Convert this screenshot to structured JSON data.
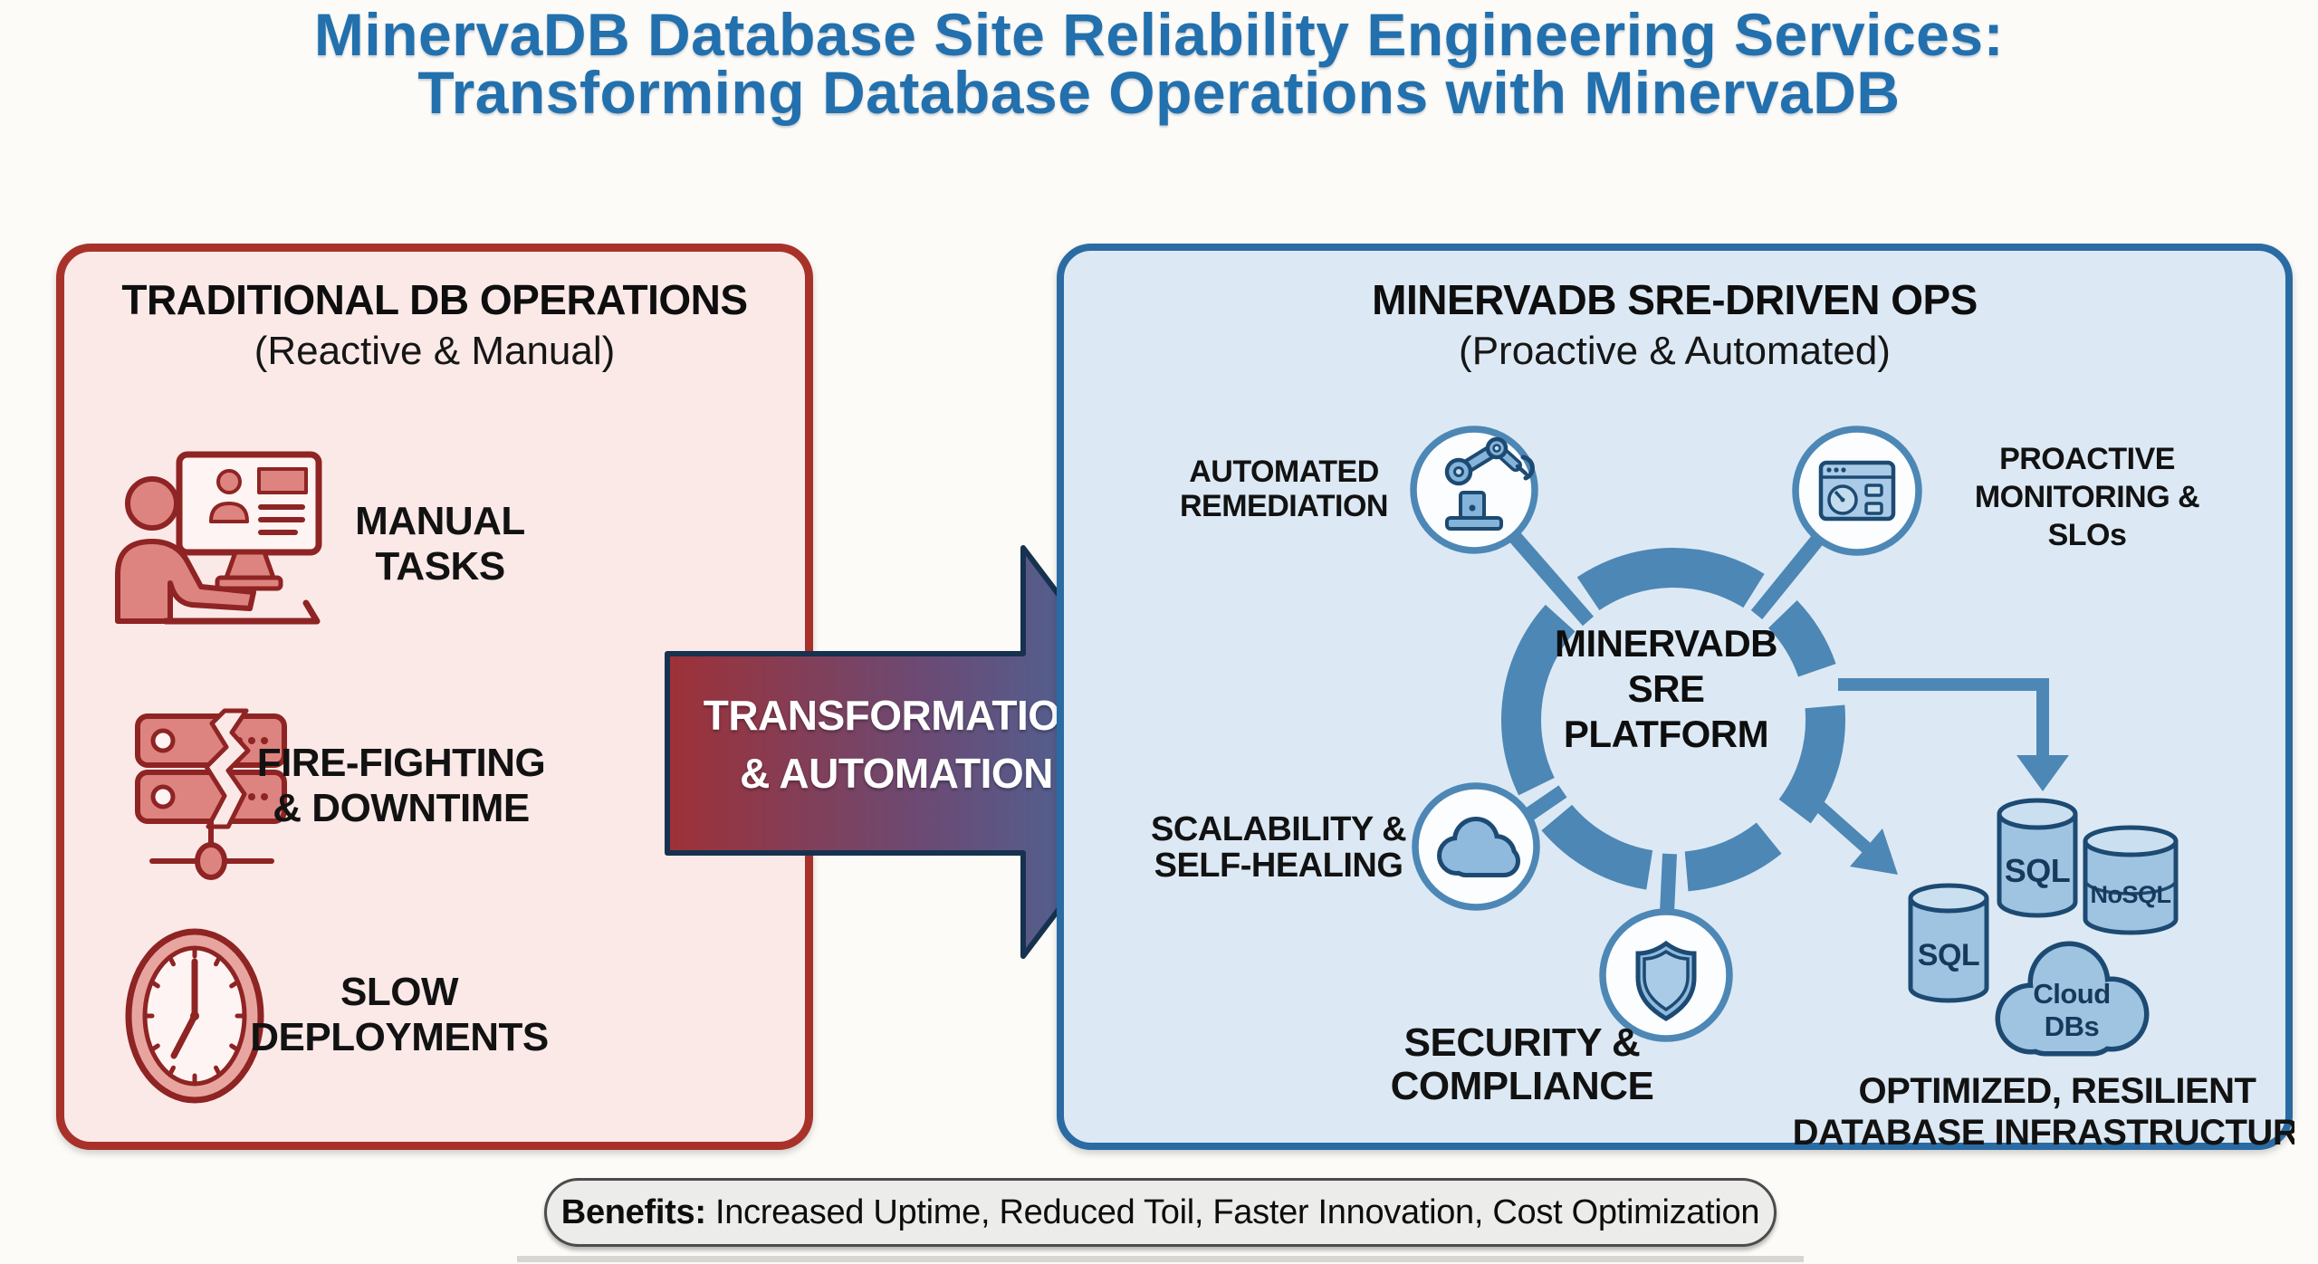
{
  "title": {
    "line1": "MinervaDB Database Site Reliability Engineering Services:",
    "line2": "Transforming Database Operations with MinervaDB"
  },
  "left_panel": {
    "heading": "TRADITIONAL DB OPERATIONS",
    "subheading": "(Reactive & Manual)",
    "items": [
      {
        "icon": "person-computer-icon",
        "lines": [
          "MANUAL",
          "TASKS"
        ]
      },
      {
        "icon": "broken-server-icon",
        "lines": [
          "FIRE-FIGHTING",
          "& DOWNTIME"
        ]
      },
      {
        "icon": "clock-icon",
        "lines": [
          "SLOW",
          "DEPLOYMENTS"
        ]
      }
    ]
  },
  "transformation_arrow": {
    "lines": [
      "TRANSFORMATION",
      "& AUTOMATION"
    ]
  },
  "right_panel": {
    "heading": "MINERVADB SRE-DRIVEN OPS",
    "subheading": "(Proactive & Automated)",
    "platform": {
      "lines": [
        "MINERVADB",
        "SRE",
        "PLATFORM"
      ]
    },
    "satellites": [
      {
        "icon": "robot-arm-icon",
        "lines": [
          "AUTOMATED",
          "REMEDIATION"
        ]
      },
      {
        "icon": "monitoring-dashboard-icon",
        "lines": [
          "PROACTIVE",
          "MONITORING &",
          "SLOs"
        ]
      },
      {
        "icon": "cloud-icon",
        "lines": [
          "SCALABILITY &",
          "SELF-HEALING"
        ]
      },
      {
        "icon": "shield-icon",
        "lines": [
          "SECURITY &",
          "COMPLIANCE"
        ]
      }
    ],
    "databases": {
      "sql_top": "SQL",
      "nosql": "NoSQL",
      "sql_left": "SQL",
      "cloud_dbs": [
        "Cloud",
        "DBs"
      ]
    },
    "outcome": [
      "OPTIMIZED, RESILIENT",
      "DATABASE INFRASTRUCTURE"
    ]
  },
  "benefits": {
    "prefix": "Benefits:",
    "text": " Increased Uptime, Reduced Toil, Faster Innovation, Cost Optimization"
  },
  "colors": {
    "title_blue": "#2270ad",
    "left_border": "#a8322a",
    "left_bg": "#fbe9e8",
    "red_outline": "#8e2423",
    "red_fill": "#dd8480",
    "right_border": "#2a6ba3",
    "right_bg": "#dce9f4",
    "diagram_blue": "#4d87b5",
    "icon_dark_blue": "#1d4a72",
    "icon_blue_fill": "#85b4da",
    "arrow_gradient_left": "#9e3137",
    "arrow_gradient_right": "#3f6fa3"
  }
}
